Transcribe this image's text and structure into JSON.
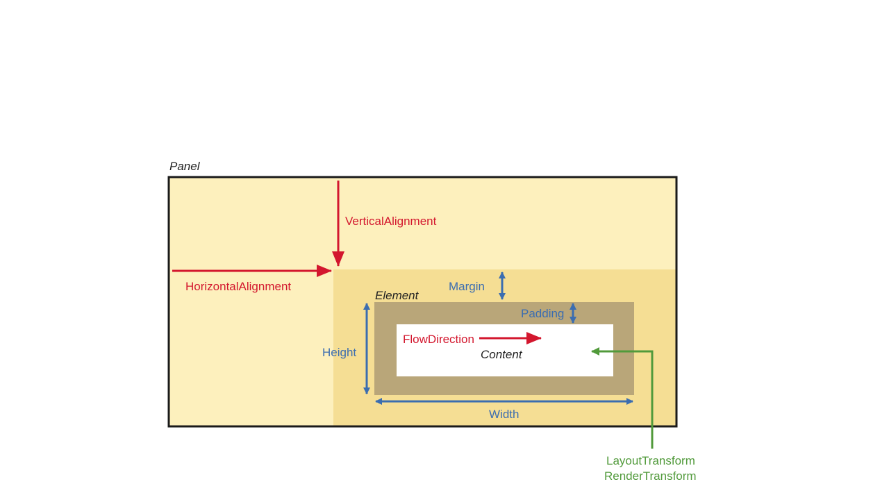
{
  "labels": {
    "panel": "Panel",
    "element": "Element",
    "vertical_alignment": "VerticalAlignment",
    "horizontal_alignment": "HorizontalAlignment",
    "margin": "Margin",
    "padding": "Padding",
    "height": "Height",
    "width": "Width",
    "flow_direction": "FlowDirection",
    "content": "Content",
    "layout_transform": "LayoutTransform",
    "render_transform": "RenderTransform"
  },
  "colors": {
    "panel_fill": "#fdf0bd",
    "element_zone_fill": "#f5de94",
    "element_border_fill": "#b9a679",
    "content_fill": "#ffffff",
    "panel_border": "#1a1a1a",
    "alignment_red": "#d3172e",
    "dimension_blue": "#3b6db0",
    "transform_green": "#519a3b",
    "text_dark": "#222222"
  }
}
